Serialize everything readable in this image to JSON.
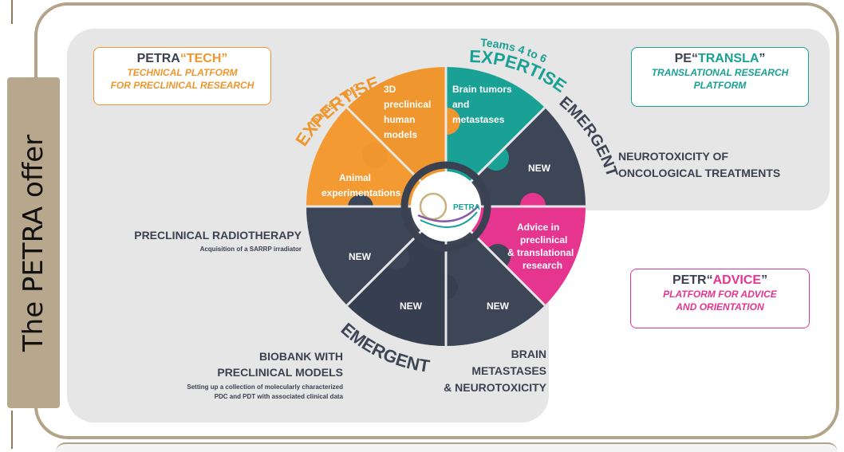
{
  "sidebar": {
    "title": "The PETRA offer"
  },
  "tech": {
    "title_part1": "PETRA",
    "title_part2": "“TECH”",
    "line1": "TECHNICAL PLATFORM",
    "line2": "FOR PRECLINICAL RESEARCH"
  },
  "transla": {
    "title_part1": "PE“",
    "title_part2": "TRANSLA",
    "title_part3": "”",
    "line1": "TRANSLATIONAL RESEARCH",
    "line2": "PLATFORM"
  },
  "advice": {
    "title_part1": "PETR“",
    "title_part2": "ADVICE",
    "title_part3": "”",
    "line1": "PLATFORM FOR ADVICE",
    "line2": "AND ORIENTATION"
  },
  "arcs": {
    "teams_1_3": "Teams 1 to 3",
    "expertise_left": "EXPERTISE",
    "teams_4_6": "Teams 4 to 6",
    "expertise_right": "EXPERTISE",
    "emergent_right": "EMERGENT",
    "emergent_bottom": "EMERGENT"
  },
  "pieces": {
    "models": [
      "3D",
      "preclinical",
      "human",
      "models"
    ],
    "animal": [
      "Animal",
      "experimentations"
    ],
    "brain": [
      "Brain tumors",
      "and",
      "metastases"
    ],
    "new_right": "NEW",
    "advice": [
      "Advice in",
      "preclinical",
      "& translational",
      "research"
    ],
    "new_bottom_right": "NEW",
    "new_bottom": "NEW",
    "new_left": "NEW"
  },
  "logo": {
    "text": "PETRA"
  },
  "items": {
    "neurotox": [
      "NEUROTOXICITY OF",
      "ONCOLOGICAL TREATMENTS"
    ],
    "radiotherapy": {
      "title": "PRECLINICAL RADIOTHERAPY",
      "sub": "Acquisition of a SARRP irradiator"
    },
    "biobank": {
      "title1": "BIOBANK WITH",
      "title2": "PRECLINICAL MODELS",
      "sub1": "Setting up a collection of molecularly characterized",
      "sub2": "PDC and PDT with associated clinical data"
    },
    "brain_met": [
      "BRAIN",
      "METASTASES",
      "& NEUROTOXICITY"
    ]
  },
  "colors": {
    "orange": "#f0962e",
    "teal": "#1aa196",
    "navy": "#3c4656",
    "pink": "#e6358f",
    "tan": "#b3a487",
    "grey": "#e6e6e6"
  }
}
